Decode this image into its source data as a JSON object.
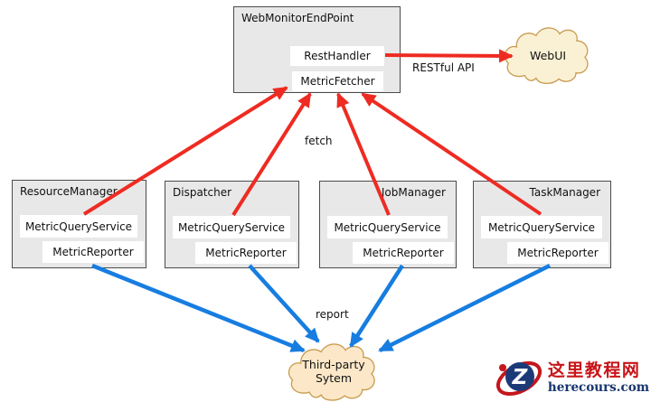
{
  "colors": {
    "arrow_red": "#ee2b22",
    "arrow_blue": "#177de0",
    "box_fill": "#e8e8e8",
    "box_border": "#4b4b4b",
    "inner_box_fill": "#ffffff",
    "webui_cloud_fill": "#faf1d4",
    "thirdparty_cloud_fill": "#fce8c8",
    "cloud_border": "#c99b4f",
    "watermark_red": "#c81418",
    "watermark_navy": "#17356d"
  },
  "endpoint": {
    "title": "WebMonitorEndPoint",
    "rest_handler": "RestHandler",
    "metric_fetcher": "MetricFetcher"
  },
  "webui": {
    "label": "WebUI"
  },
  "third_party": {
    "line1": "Third-party",
    "line2": "Sytem"
  },
  "managers": [
    {
      "title": "ResourceManager",
      "query_service": "MetricQueryService",
      "reporter": "MetricReporter"
    },
    {
      "title": "Dispatcher",
      "query_service": "MetricQueryService",
      "reporter": "MetricReporter"
    },
    {
      "title": "JobManager",
      "query_service": "MetricQueryService",
      "reporter": "MetricReporter"
    },
    {
      "title": "TaskManager",
      "query_service": "MetricQueryService",
      "reporter": "MetricReporter"
    }
  ],
  "labels": {
    "fetch": "fetch",
    "report": "report",
    "restful_api": "RESTful API"
  },
  "watermark": {
    "site_name": "这里教程网",
    "site_url": "herecours.com",
    "logo_letter": "Z"
  }
}
